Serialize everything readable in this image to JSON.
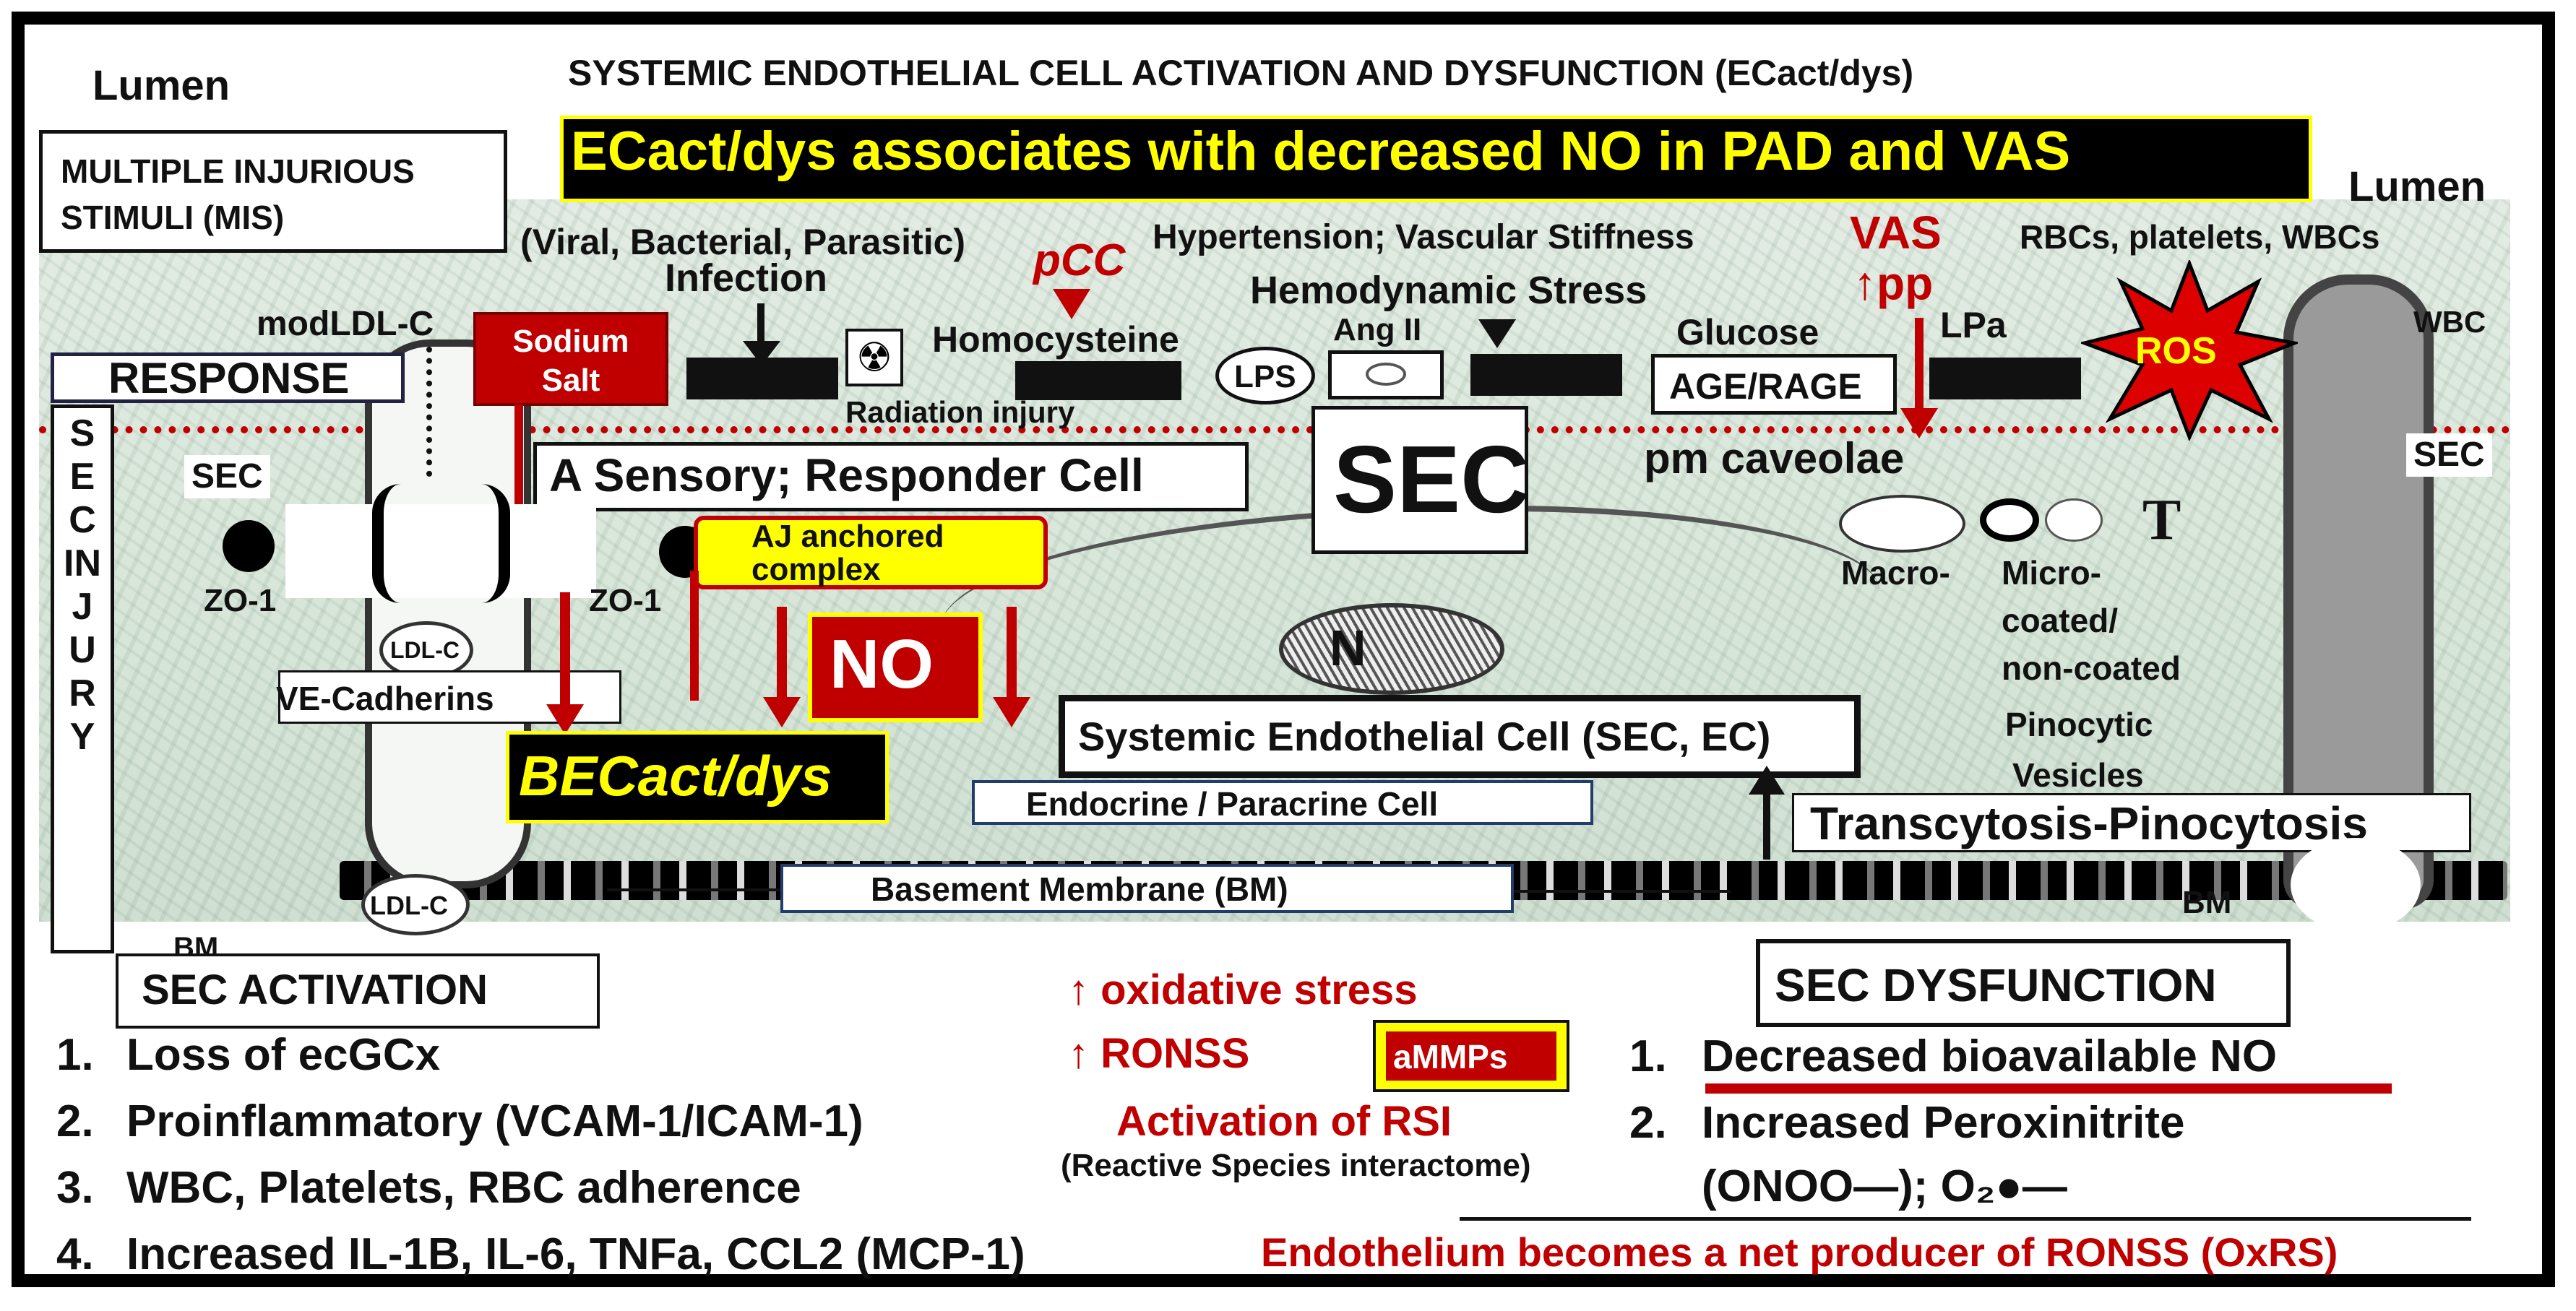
{
  "header": {
    "lumen_left": "Lumen",
    "lumen_right": "Lumen",
    "top_title": "SYSTEMIC ENDOTHELIAL CELL ACTIVATION AND DYSFUNCTION (ECact/dys)",
    "banner": "ECact/dys associates with decreased NO in PAD and VAS"
  },
  "stimuli": {
    "mis_box": "MULTIPLE INJURIOUS STIMULI (MIS)",
    "viral": "(Viral, Bacterial, Parasitic)",
    "infection": "Infection",
    "pcc": "pCC",
    "hypertension": "Hypertension; Vascular Stiffness",
    "hemodynamic": "Hemodynamic Stress",
    "vas": "VAS",
    "pp": "↑pp",
    "rbc_platelets": "RBCs, platelets, WBCs",
    "modldl": "modLDL-C",
    "sodium_salt": "Sodium Salt",
    "homocysteine": "Homocysteine",
    "radiation": "Radiation injury",
    "lps": "LPS",
    "ang": "Ang II",
    "glucose": "Glucose",
    "age_rage": "AGE/RAGE",
    "lpa": "LPa",
    "ros": "ROS",
    "wbc": "WBC"
  },
  "cell": {
    "response": "RESPONSE",
    "sec_injury": "SEC INJURY",
    "sec_left": "SEC",
    "sec_right": "SEC",
    "sec_big": "SEC",
    "pm_caveolae": "pm caveolae",
    "sensory": "A Sensory; Responder Cell",
    "zo1_left": "ZO-1",
    "zo1_right": "ZO-1",
    "aj": "AJ anchored complex",
    "ldlc_top": "LDL-C",
    "ldlc_bottom": "LDL-C",
    "ve_cadherins": "VE-Cadherins",
    "no": "NO",
    "becact": "BECact/dys",
    "n": "N",
    "systemic_ec": "Systemic Endothelial Cell (SEC, EC)",
    "endocrine": "Endocrine / Paracrine Cell",
    "macro": "Macro-",
    "micro": "Micro-",
    "coated": "coated/",
    "noncoated": "non-coated",
    "pinocytic": "Pinocytic",
    "vesicles": "Vesicles",
    "t_label": "T",
    "transcytosis": "Transcytosis-Pinocytosis",
    "bm_label": "Basement Membrane (BM)",
    "bm_left": "BM",
    "bm_right": "BM"
  },
  "activation": {
    "title": "SEC ACTIVATION",
    "items": [
      {
        "num": "1.",
        "text": "Loss of ecGCx"
      },
      {
        "num": "2.",
        "text": "Proinflammatory (VCAM-1/ICAM-1)"
      },
      {
        "num": "3.",
        "text": "WBC, Platelets, RBC adherence"
      },
      {
        "num": "4.",
        "text": "Increased IL-1B, IL-6, TNFa, CCL2 (MCP-1)"
      }
    ]
  },
  "middle": {
    "oxidative": "↑ oxidative stress",
    "ronss": "↑ RONSS",
    "ammps": "aMMPs",
    "rsi": "Activation of RSI",
    "rsi_sub": "(Reactive Species interactome)"
  },
  "dysfunction": {
    "title": "SEC DYSFUNCTION",
    "items": [
      {
        "num": "1.",
        "text": "Decreased bioavailable NO"
      },
      {
        "num": "2.",
        "text": "Increased Peroxinitrite"
      }
    ],
    "onoo": "(ONOO—);  O₂●—",
    "footer": "Endothelium becomes a net producer of RONSS (OxRS)"
  },
  "colors": {
    "red": "#c00000",
    "yellow": "#ffff00",
    "black": "#111111",
    "banner_bg": "#000000"
  }
}
